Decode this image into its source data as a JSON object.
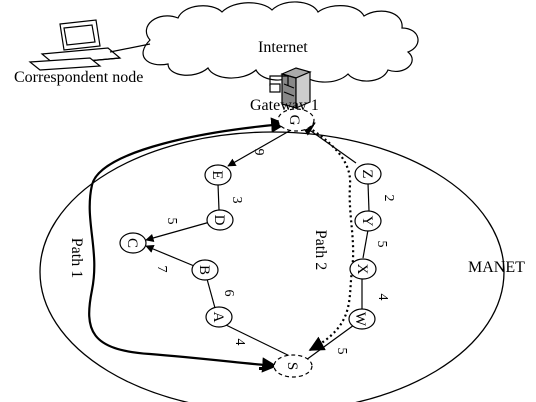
{
  "labels": {
    "internet": "Internet",
    "correspondent": "Correspondent node",
    "gateway": "Gateway 1",
    "manet": "MANET",
    "path1": "Path 1",
    "path2": "Path 2"
  },
  "nodes": {
    "G": "G",
    "E": "E",
    "D": "D",
    "C": "C",
    "B": "B",
    "A": "A",
    "S": "S",
    "W": "W",
    "X": "X",
    "Y": "Y",
    "Z": "Z"
  },
  "weights": {
    "G_E": "9",
    "E_D": "3",
    "D_C": "5",
    "B_C": "7",
    "A_B": "6",
    "S_A": "4",
    "S_W": "5",
    "W_X": "4",
    "X_Y": "5",
    "Y_Z": "2"
  },
  "colors": {
    "ink": "#000000",
    "background": "#ffffff"
  }
}
